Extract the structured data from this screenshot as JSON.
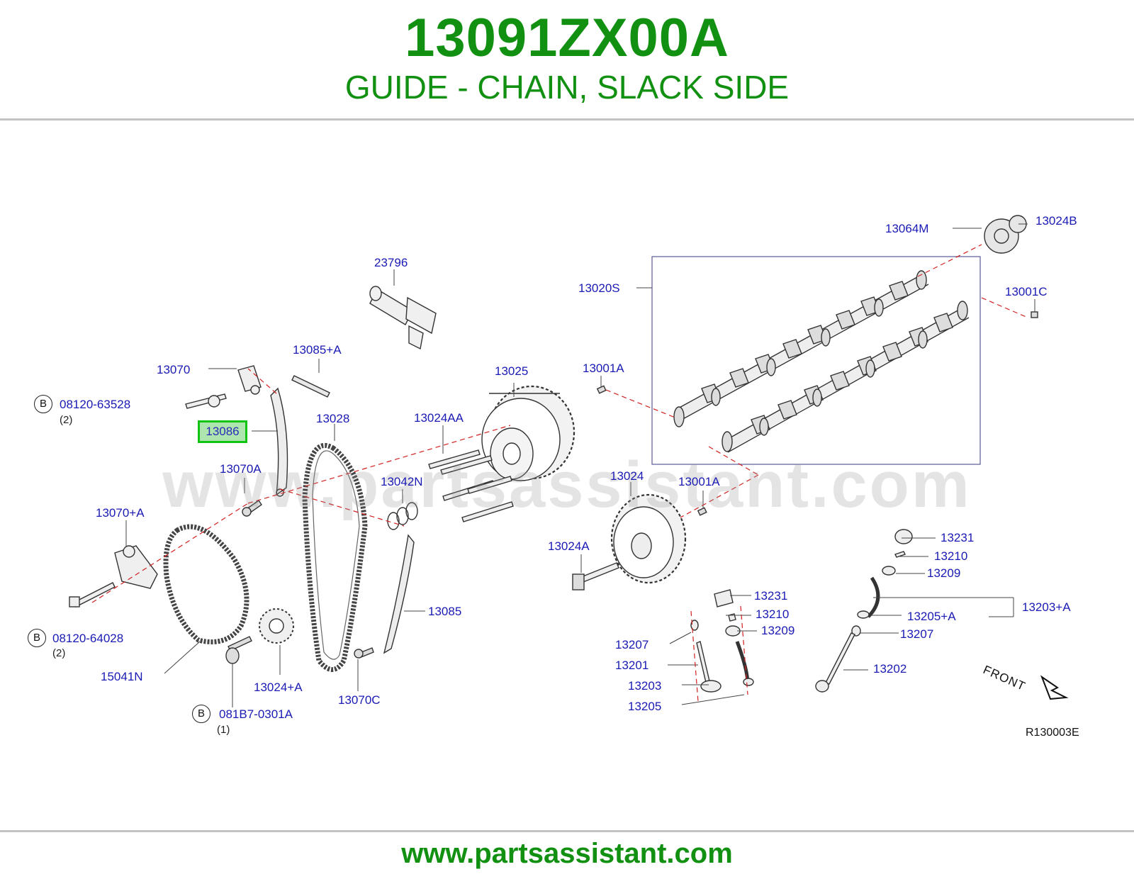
{
  "header": {
    "part_number": "13091ZX00A",
    "description": "GUIDE - CHAIN, SLACK SIDE"
  },
  "footer": {
    "url": "www.partsassistant.com"
  },
  "watermark": "www.partsassistant.com",
  "diagram": {
    "highlighted_part": "13086",
    "callouts": [
      "23796",
      "13070",
      "13085+A",
      "08120-63528",
      "13086",
      "13028",
      "13024AA",
      "13025",
      "13001A",
      "13020S",
      "13064M",
      "13024B",
      "13001C",
      "13070A",
      "13042N",
      "13024",
      "13001A",
      "13070+A",
      "13024A",
      "13231",
      "13210",
      "13209",
      "13203+A",
      "13205+A",
      "13207",
      "13202",
      "13085",
      "13231",
      "13210",
      "13209",
      "13207",
      "13201",
      "13203",
      "13205",
      "08120-64028",
      "15041N",
      "13024+A",
      "13070C",
      "081B7-0301A"
    ],
    "badges": [
      "B",
      "B",
      "B"
    ],
    "quantities": [
      "(2)",
      "(2)",
      "(1)"
    ],
    "front_label": "FRONT",
    "reference_code": "R130003E"
  },
  "colors": {
    "brand_green": "#119011",
    "callout_blue": "#1a1ab4",
    "highlight_green": "#11c411"
  }
}
